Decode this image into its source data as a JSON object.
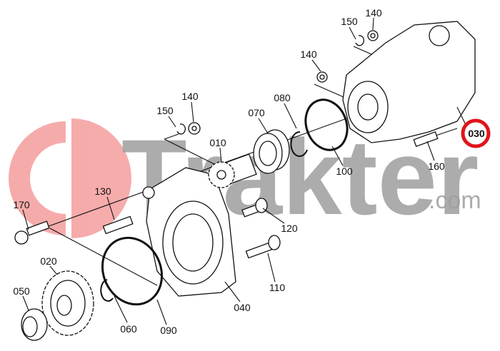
{
  "diagram": {
    "watermark": {
      "brand": "Trakter",
      "suffix": ".com",
      "logo_color": "#f6a3a3"
    },
    "highlight_color": "#e0141b",
    "labels": [
      {
        "id": "p140a",
        "text": "140"
      },
      {
        "id": "p150a",
        "text": "150"
      },
      {
        "id": "p140b",
        "text": "140"
      },
      {
        "id": "p140c",
        "text": "140"
      },
      {
        "id": "p150b",
        "text": "150"
      },
      {
        "id": "p080",
        "text": "080"
      },
      {
        "id": "p070",
        "text": "070"
      },
      {
        "id": "p010",
        "text": "010"
      },
      {
        "id": "p030",
        "text": "030"
      },
      {
        "id": "p100",
        "text": "100"
      },
      {
        "id": "p160",
        "text": "160"
      },
      {
        "id": "p130",
        "text": "130"
      },
      {
        "id": "p170",
        "text": "170"
      },
      {
        "id": "p120",
        "text": "120"
      },
      {
        "id": "p020",
        "text": "020"
      },
      {
        "id": "p050",
        "text": "050"
      },
      {
        "id": "p110",
        "text": "110"
      },
      {
        "id": "p040",
        "text": "040"
      },
      {
        "id": "p060",
        "text": "060"
      },
      {
        "id": "p090",
        "text": "090"
      }
    ]
  }
}
